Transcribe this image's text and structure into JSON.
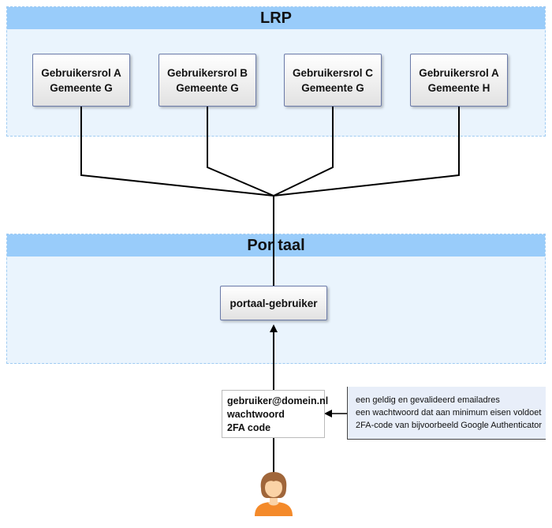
{
  "lrp": {
    "title": "LRP",
    "roles": [
      {
        "role": "Gebruikersrol A",
        "municipality": "Gemeente G"
      },
      {
        "role": "Gebruikersrol B",
        "municipality": "Gemeente G"
      },
      {
        "role": "Gebruikersrol C",
        "municipality": "Gemeente G"
      },
      {
        "role": "Gebruikersrol A",
        "municipality": "Gemeente H"
      }
    ]
  },
  "portaal": {
    "title": "Por taal",
    "user_node": "portaal-gebruiker"
  },
  "credentials": {
    "email": "gebruiker@domein.nl",
    "password": "wachtwoord",
    "code": "2FA code"
  },
  "note": {
    "lines": [
      "een geldig en gevalideerd emailadres",
      "een wachtwoord dat aan minimum eisen voldoet",
      "2FA-code van bijvoorbeeld Google Authenticator"
    ]
  },
  "colors": {
    "region_fill": "#eaf4fd",
    "region_header": "#99ccfa",
    "person": "#f48a2a"
  },
  "icons": {
    "user": "person-icon"
  }
}
